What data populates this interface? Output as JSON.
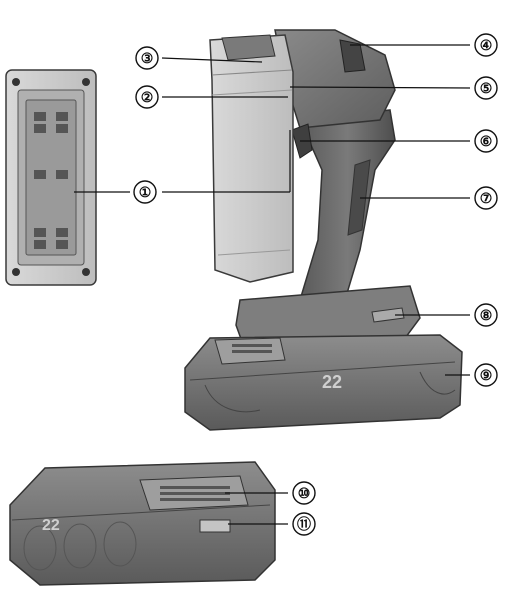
{
  "figure": {
    "callouts": [
      {
        "id": "1",
        "label": "①"
      },
      {
        "id": "2",
        "label": "②"
      },
      {
        "id": "3",
        "label": "③"
      },
      {
        "id": "4",
        "label": "④"
      },
      {
        "id": "5",
        "label": "⑤"
      },
      {
        "id": "6",
        "label": "⑥"
      },
      {
        "id": "7",
        "label": "⑦"
      },
      {
        "id": "8",
        "label": "⑧"
      },
      {
        "id": "9",
        "label": "⑨"
      },
      {
        "id": "10",
        "label": "⑩"
      },
      {
        "id": "11",
        "label": "⑪"
      }
    ],
    "battery_markings": {
      "main_battery_text": "22",
      "lower_battery_text": "22"
    },
    "colors": {
      "body_dark": "#6e6e6e",
      "body_mid": "#8c8c8c",
      "body_light": "#c8c8c8",
      "panel_light": "#e2e2e2",
      "outline": "#3a3a3a"
    }
  }
}
